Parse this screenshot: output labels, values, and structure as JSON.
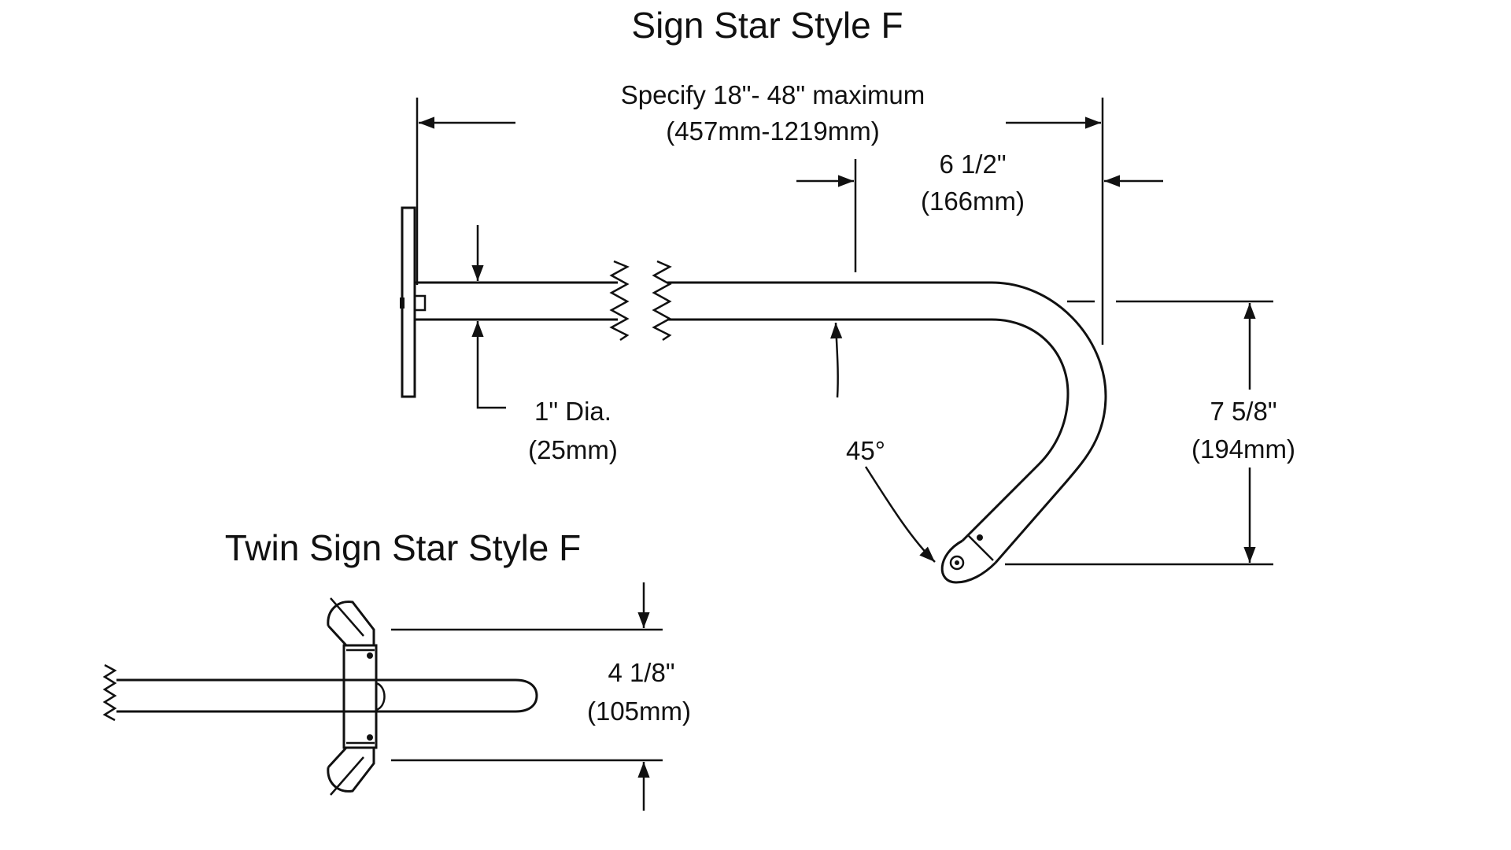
{
  "title": "Sign Star Style F",
  "twin_title": "Twin Sign Star Style F",
  "dimensions": {
    "length": {
      "line1": "Specify 18\"- 48\" maximum",
      "line2": "(457mm-1219mm)"
    },
    "offset": {
      "line1": "6 1/2\"",
      "line2": "(166mm)"
    },
    "diameter": {
      "line1": "1\" Dia.",
      "line2": "(25mm)"
    },
    "angle": {
      "value": "45°"
    },
    "drop": {
      "line1": "7 5/8\"",
      "line2": "(194mm)"
    },
    "twin_spacing": {
      "line1": "4 1/8\"",
      "line2": "(105mm)"
    }
  },
  "colors": {
    "line": "#111111",
    "background": "#ffffff"
  }
}
